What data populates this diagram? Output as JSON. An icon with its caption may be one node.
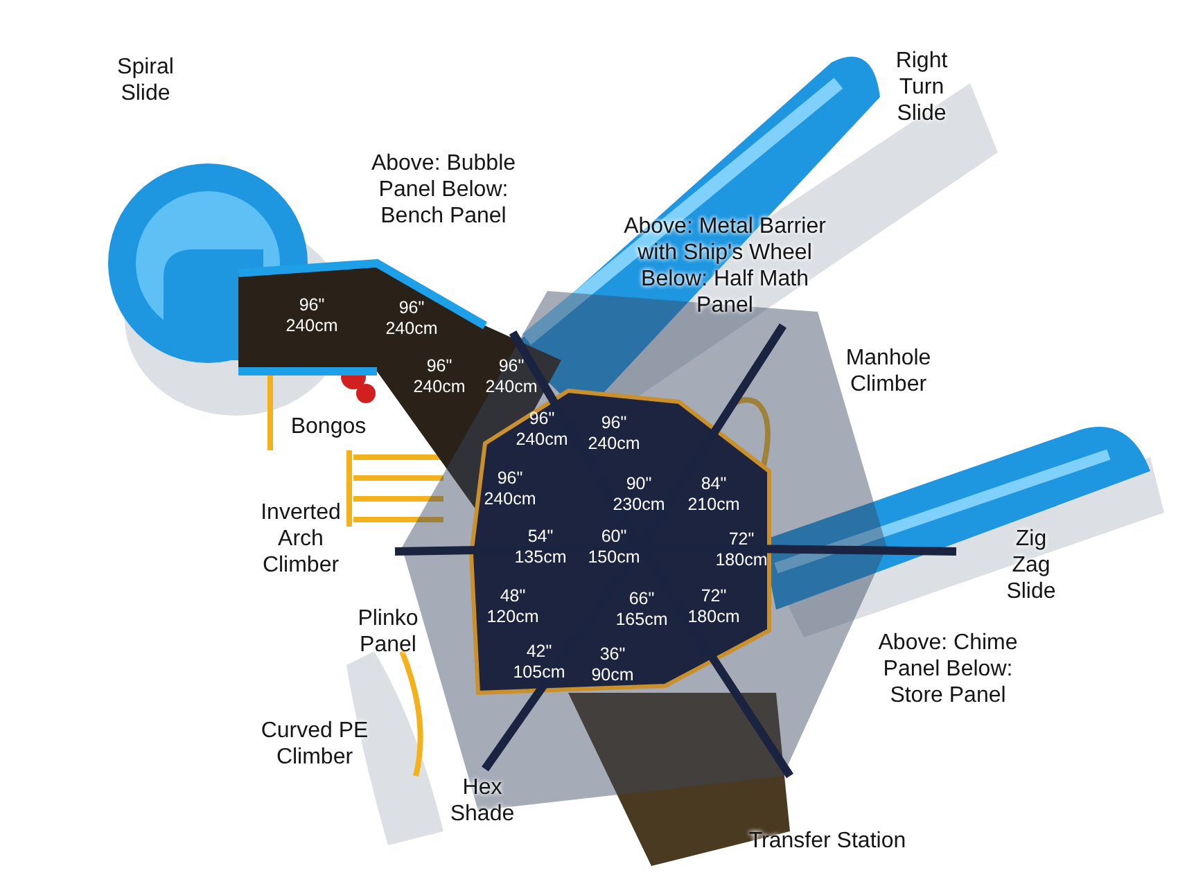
{
  "diagram": {
    "labels": [
      "Spiral Slide",
      "Right Turn Slide",
      "Above: Bubble Panel Below: Bench Panel",
      "Above: Metal Barrier with Ship's Wheel Below: Half Math Panel",
      "96\" 240cm",
      "96\" 240cm",
      "96\" 240cm",
      "96\" 240cm",
      "Manhole Climber",
      "Bongos",
      "96\" 240cm",
      "96\" 240cm",
      "96\" 240cm",
      "90\" 230cm",
      "84\" 210cm",
      "Inverted Arch Climber",
      "54\" 135cm",
      "60\" 150cm",
      "72\" 180cm",
      "Zig Zag Slide",
      "48\" 120cm",
      "66\" 165cm",
      "72\" 180cm",
      "Plinko Panel",
      "42\" 105cm",
      "36\" 90cm",
      "Above: Chime Panel Below: Store Panel",
      "Curved PE Climber",
      "Hex Shade",
      "Transfer Station"
    ]
  }
}
